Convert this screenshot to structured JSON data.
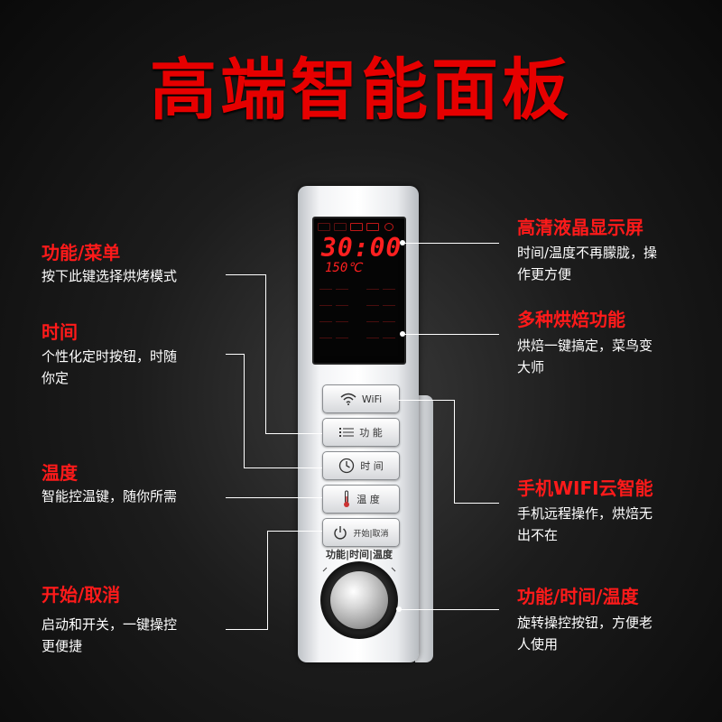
{
  "title": "高端智能面板",
  "callouts": {
    "menu": {
      "title": "功能/菜单",
      "desc": "按下此键选择烘烤模式"
    },
    "timer": {
      "title": "时间",
      "desc1": "个性化定时按钮，时随",
      "desc2": "你定"
    },
    "temp": {
      "title": "温度",
      "desc": "智能控温键，随你所需"
    },
    "start": {
      "title": "开始/取消",
      "desc1": "启动和开关，一键操控",
      "desc2": "更便捷"
    },
    "lcd": {
      "title": "高清液晶显示屏",
      "desc1": "时间/温度不再朦胧，操",
      "desc2": "作更方便"
    },
    "bake": {
      "title": "多种烘焙功能",
      "desc1": "烘焙一键搞定，菜鸟变",
      "desc2": "大师"
    },
    "wifi": {
      "title": "手机WIFI云智能",
      "desc1": "手机远程操作，烘焙无",
      "desc2": "出不在"
    },
    "knob": {
      "title": "功能/时间/温度",
      "desc1": "旋转操控按钮，方便老",
      "desc2": "人使用"
    }
  },
  "panel": {
    "lcd_time": "30:00",
    "lcd_temp": "150℃",
    "buttons": {
      "wifi": "WiFi",
      "function": "功 能",
      "time": "时 间",
      "temp": "温 度",
      "start": "开始|取消"
    },
    "knob_label": "功能|时间|温度"
  },
  "colors": {
    "accent": "#e60000",
    "background": "#111111",
    "lcd": "#ff2020"
  },
  "icons": [
    "wifi-icon",
    "menu-list-icon",
    "clock-icon",
    "thermometer-icon",
    "power-icon",
    "dial-knob"
  ]
}
